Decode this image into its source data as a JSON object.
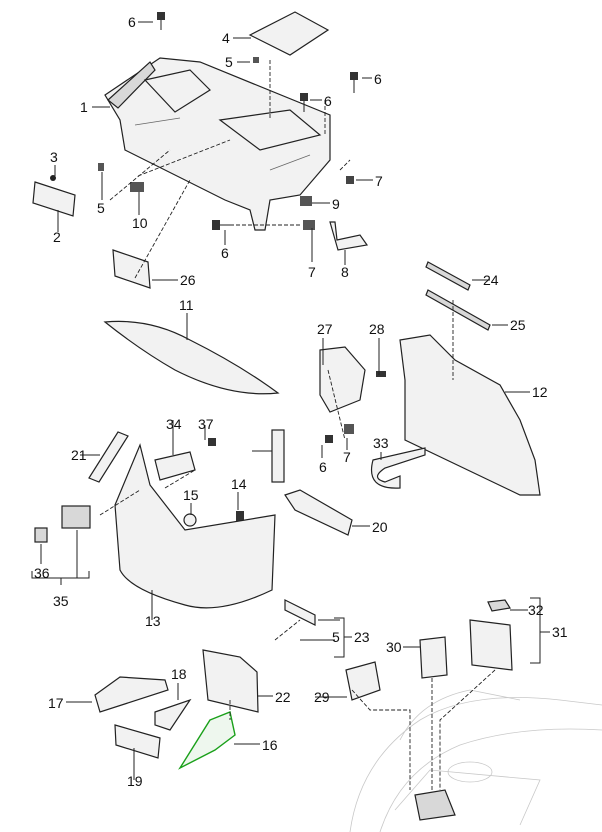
{
  "diagram": {
    "highlight_color": "#1aa01a",
    "callouts": [
      {
        "id": "c1",
        "text": "1"
      },
      {
        "id": "c2",
        "text": "2"
      },
      {
        "id": "c3",
        "text": "3"
      },
      {
        "id": "c4",
        "text": "4"
      },
      {
        "id": "c5a",
        "text": "5"
      },
      {
        "id": "c5b",
        "text": "5"
      },
      {
        "id": "c5c",
        "text": "5"
      },
      {
        "id": "c6a",
        "text": "6"
      },
      {
        "id": "c6b",
        "text": "6"
      },
      {
        "id": "c6c",
        "text": "6"
      },
      {
        "id": "c6d",
        "text": "6"
      },
      {
        "id": "c6e",
        "text": "6"
      },
      {
        "id": "c7a",
        "text": "7"
      },
      {
        "id": "c7b",
        "text": "7"
      },
      {
        "id": "c7c",
        "text": "7"
      },
      {
        "id": "c8",
        "text": "8"
      },
      {
        "id": "c9",
        "text": "9"
      },
      {
        "id": "c10",
        "text": "10"
      },
      {
        "id": "c11",
        "text": "11"
      },
      {
        "id": "c12",
        "text": "12"
      },
      {
        "id": "c13",
        "text": "13"
      },
      {
        "id": "c14",
        "text": "14"
      },
      {
        "id": "c15",
        "text": "15"
      },
      {
        "id": "c16",
        "text": "16"
      },
      {
        "id": "c17",
        "text": "17"
      },
      {
        "id": "c18",
        "text": "18"
      },
      {
        "id": "c19",
        "text": "19"
      },
      {
        "id": "c20",
        "text": "20"
      },
      {
        "id": "c21",
        "text": "21"
      },
      {
        "id": "c22",
        "text": "22"
      },
      {
        "id": "c23",
        "text": "23"
      },
      {
        "id": "c24",
        "text": "24"
      },
      {
        "id": "c25",
        "text": "25"
      },
      {
        "id": "c26",
        "text": "26"
      },
      {
        "id": "c27",
        "text": "27"
      },
      {
        "id": "c28",
        "text": "28"
      },
      {
        "id": "c29",
        "text": "29"
      },
      {
        "id": "c30",
        "text": "30"
      },
      {
        "id": "c31",
        "text": "31"
      },
      {
        "id": "c32",
        "text": "32"
      },
      {
        "id": "c33",
        "text": "33"
      },
      {
        "id": "c34",
        "text": "34"
      },
      {
        "id": "c35",
        "text": "35"
      },
      {
        "id": "c36",
        "text": "36"
      },
      {
        "id": "c37",
        "text": "37"
      }
    ],
    "highlighted_part": "16"
  }
}
